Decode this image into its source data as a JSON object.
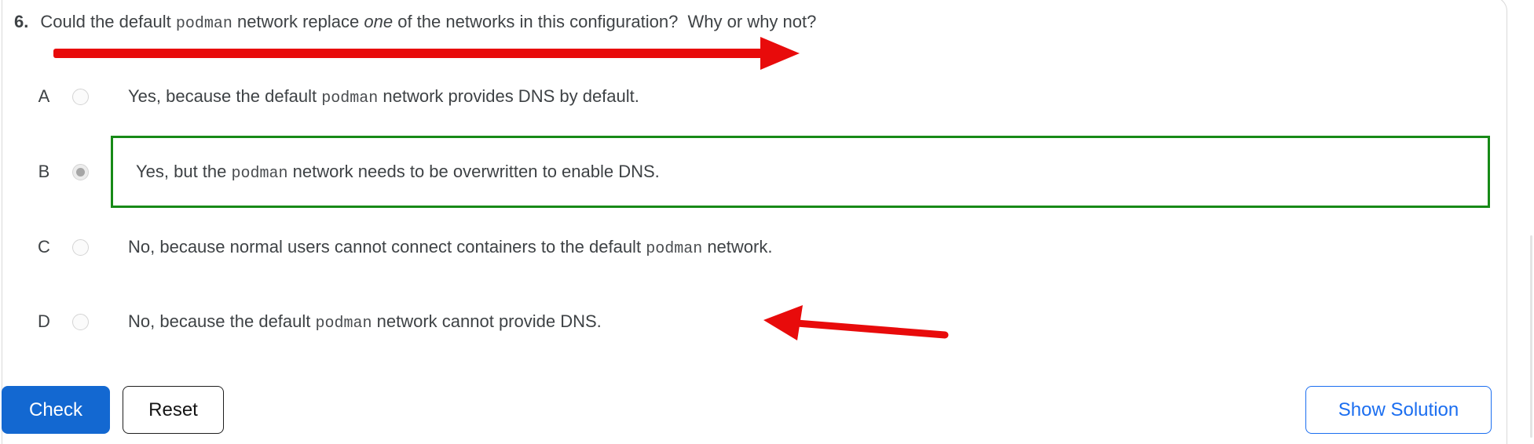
{
  "question": {
    "number": "6.",
    "pre": "Could the default ",
    "mono": "podman",
    "mid": " network replace ",
    "italic": "one",
    "post": " of the networks in this configuration?  Why or why not?"
  },
  "options": [
    {
      "letter": "A",
      "selected": false,
      "highlighted": false,
      "pre": "Yes, because the default ",
      "mono": "podman",
      "post": " network provides DNS by default."
    },
    {
      "letter": "B",
      "selected": true,
      "highlighted": true,
      "pre": "Yes, but the ",
      "mono": "podman",
      "post": " network needs to be overwritten to enable DNS."
    },
    {
      "letter": "C",
      "selected": false,
      "highlighted": false,
      "pre": "No, because normal users cannot connect containers to the default ",
      "mono": "podman",
      "post": " network."
    },
    {
      "letter": "D",
      "selected": false,
      "highlighted": false,
      "pre": "No, because the default ",
      "mono": "podman",
      "post": " network cannot provide DNS."
    }
  ],
  "buttons": {
    "check": "Check",
    "reset": "Reset",
    "show_solution": "Show Solution"
  },
  "annotations": {
    "arrow_under_question": "red arrow pointing right, underlining the question",
    "arrow_at_option_d": "red arrow pointing left at end of option D"
  },
  "colors": {
    "text": "#3e4245",
    "correct_highlight_green": "#178a17",
    "annotation_red": "#e80b0b",
    "primary_button_blue": "#1368d1",
    "link_button_blue": "#1b6ef0",
    "panel_border_gray": "#d9d9d9"
  }
}
